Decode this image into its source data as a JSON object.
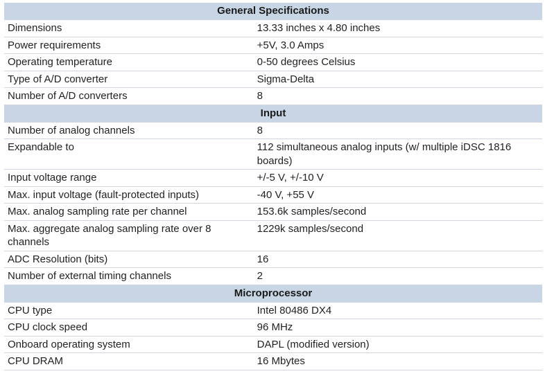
{
  "sections": [
    {
      "title": "General Specifications",
      "rows": [
        {
          "label": "Dimensions",
          "value": "13.33 inches x 4.80 inches"
        },
        {
          "label": "Power requirements",
          "value": "+5V, 3.0 Amps"
        },
        {
          "label": "Operating temperature",
          "value": "0-50 degrees Celsius"
        },
        {
          "label": "Type of A/D converter",
          "value": "Sigma-Delta"
        },
        {
          "label": "Number of A/D converters",
          "value": "8"
        }
      ]
    },
    {
      "title": "Input",
      "rows": [
        {
          "label": "Number of analog channels",
          "value": "8"
        },
        {
          "label": "Expandable to",
          "value": "112 simultaneous analog inputs (w/ multiple iDSC 1816 boards)"
        },
        {
          "label": "Input voltage range",
          "value": "+/-5 V, +/-10 V"
        },
        {
          "label": "Max. input voltage (fault-protected inputs)",
          "value": "-40 V, +55 V"
        },
        {
          "label": "Max. analog sampling rate per channel",
          "value": "153.6k samples/second"
        },
        {
          "label": "Max. aggregate analog sampling rate over 8 channels",
          "value": "1229k samples/second"
        },
        {
          "label": "ADC Resolution (bits)",
          "value": "16"
        },
        {
          "label": "Number of external timing channels",
          "value": "2"
        }
      ]
    },
    {
      "title": "Microprocessor",
      "rows": [
        {
          "label": "CPU type",
          "value": "Intel 80486 DX4"
        },
        {
          "label": "CPU clock speed",
          "value": "96 MHz"
        },
        {
          "label": "Onboard operating system",
          "value": "DAPL (modified version)"
        },
        {
          "label": "CPU DRAM",
          "value": "16 Mbytes"
        }
      ]
    }
  ]
}
